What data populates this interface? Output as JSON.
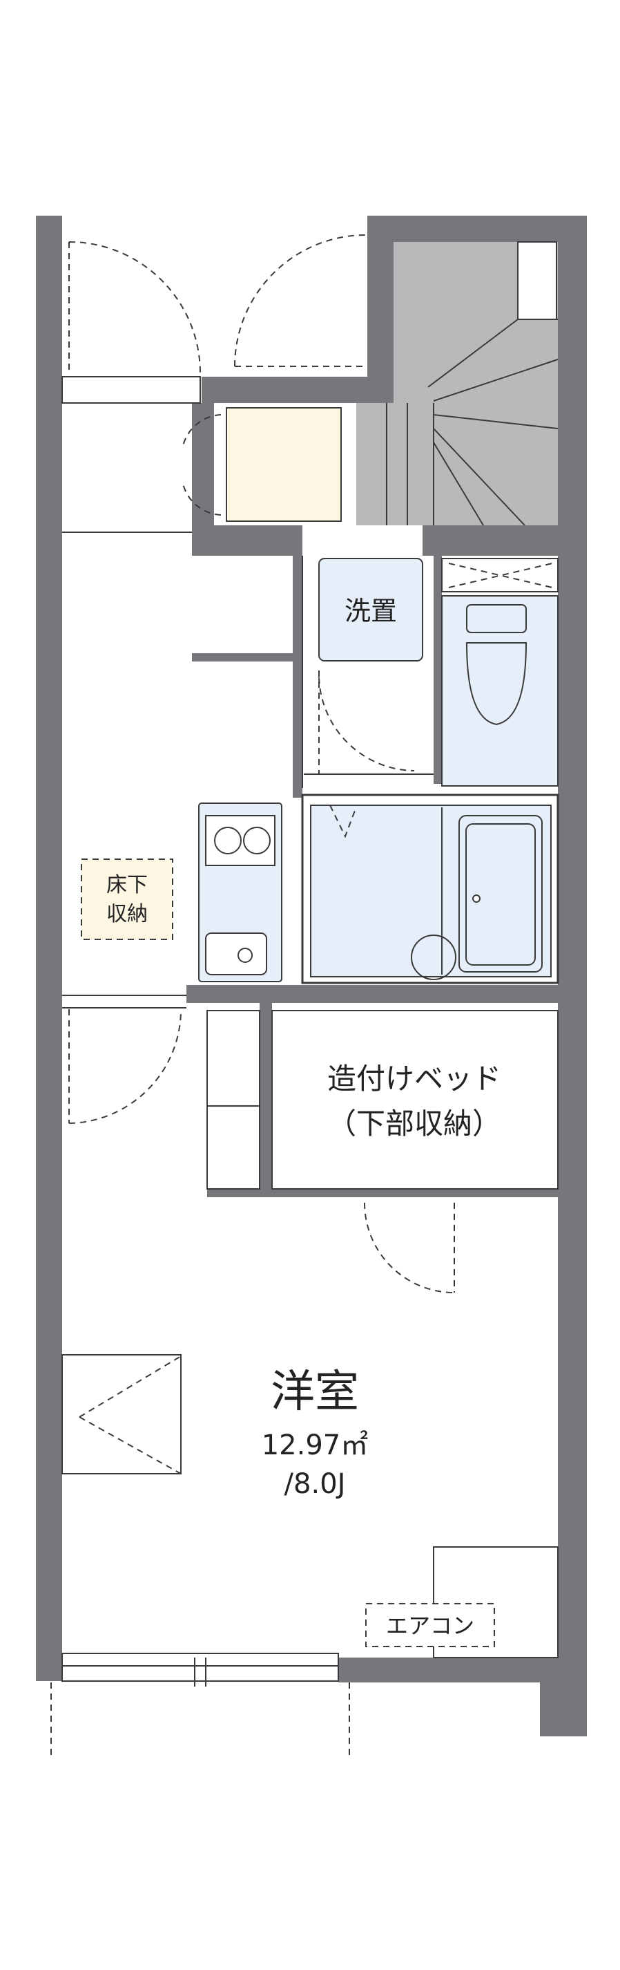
{
  "labels": {
    "washer_space": "洗置",
    "underfloor_storage_line1": "床下",
    "underfloor_storage_line2": "収納",
    "built_in_bed_line1": "造付けベッド",
    "built_in_bed_line2": "（下部収納）",
    "room_name": "洋室",
    "room_area": "12.97㎡",
    "room_tatami": "/8.0J",
    "air_conditioner": "エアコン"
  },
  "colors": {
    "wall": "#77767b",
    "stair": "#b9b9bc",
    "wet_area_fill": "#e6eefa",
    "storage_fill": "#fdf6e3"
  }
}
